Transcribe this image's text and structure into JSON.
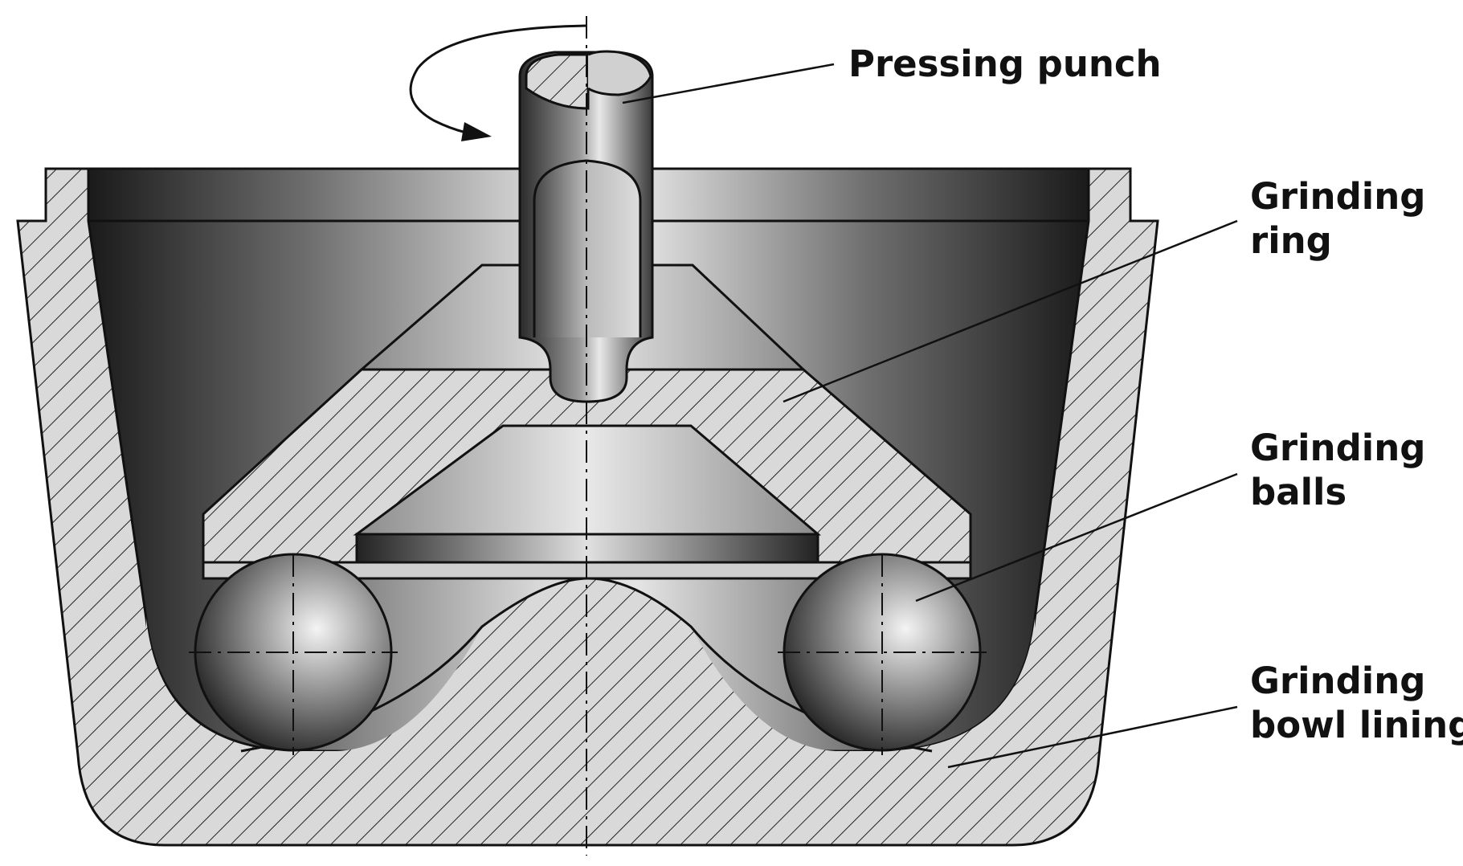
{
  "colors": {
    "outline": "#111111",
    "hatch_fill": "#d9d9d9",
    "hatch_line": "#222222",
    "steel_light": "#e6e6e6",
    "steel_dark": "#1c1c1c"
  },
  "labels": {
    "pressing_punch": {
      "line1": "Pressing punch"
    },
    "grinding_ring": {
      "line1": "Grinding",
      "line2": "ring"
    },
    "grinding_balls": {
      "line1": "Grinding",
      "line2": "balls"
    },
    "grinding_bowl_lining": {
      "line1": "Grinding",
      "line2": "bowl lining"
    }
  },
  "icons": {
    "rotation": "curved-rotation-arrow-icon"
  }
}
